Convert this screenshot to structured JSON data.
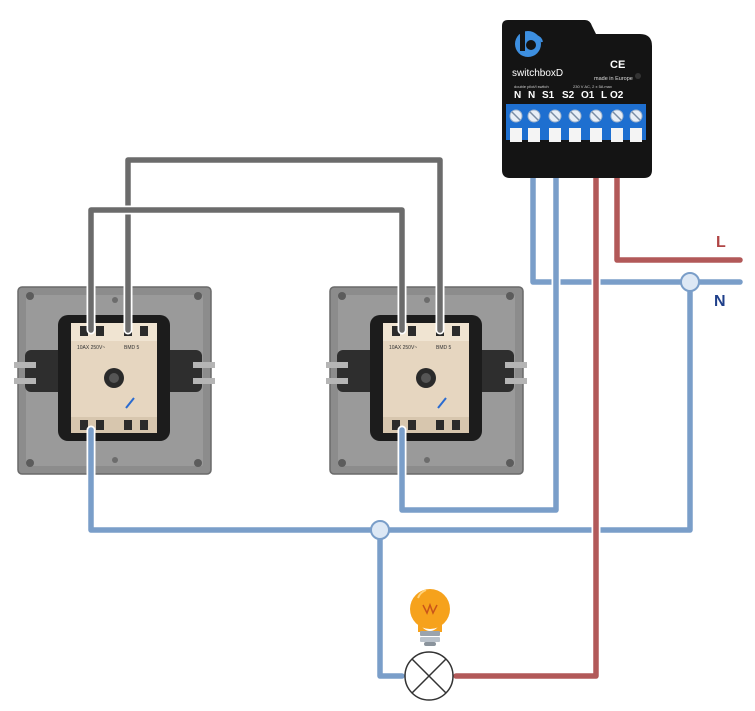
{
  "module": {
    "brand": "switchboxD",
    "made_in": "made in Europe",
    "ce": "CE",
    "spec_left": "double pilot/l switch",
    "spec_right": "230 V AC, 2 x 5A max",
    "terminals": [
      "N",
      "N",
      "S1",
      "S2",
      "O1",
      "L",
      "O2"
    ]
  },
  "wires": {
    "live_label": "L",
    "neutral_label": "N"
  },
  "switches": [
    {
      "rating": "10AX 250V~",
      "model": "BMD 5"
    },
    {
      "rating": "10AX 250V~",
      "model": "BMD 5"
    }
  ],
  "colors": {
    "neutral": "#7a9ec9",
    "live": "#b25959",
    "traveler": "#6b6b6b",
    "live_label": "#b04545",
    "neutral_label": "#1f3f8a",
    "module_body": "#141414",
    "terminal_block": "#1e6fd0"
  },
  "icons": [
    "bulb-icon",
    "lamp-symbol",
    "switchbox-logo-icon"
  ]
}
